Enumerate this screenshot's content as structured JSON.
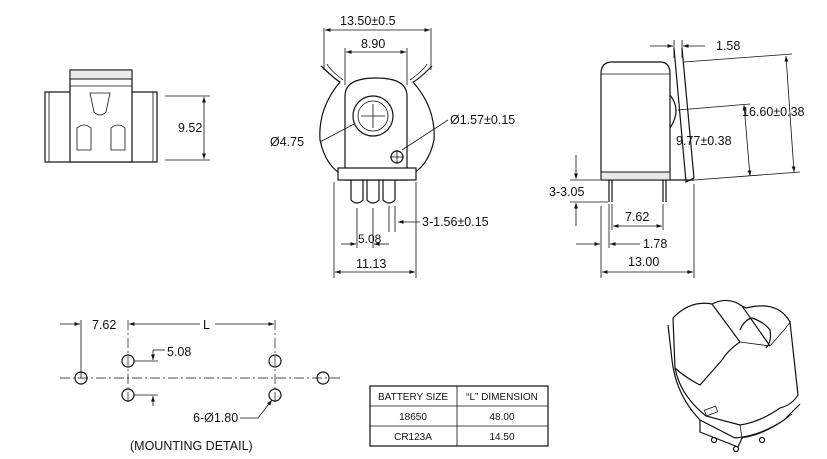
{
  "dimensions": {
    "overall_width": "13.50±0.5",
    "inner_width": "8.90",
    "hole_diameter": "Ø4.75",
    "pin_hole": "Ø1.57±0.15",
    "pin_pitch": "5.08",
    "base_width": "11.13",
    "pin_width": "3-1.56±0.15",
    "side_height": "9.52",
    "thickness": "1.58",
    "total_height": "16.60±0.38",
    "center_height": "9.77±0.38",
    "pin_length": "3-3.05",
    "pin_spacing": "7.62",
    "offset": "1.78",
    "depth": "13.00"
  },
  "mounting": {
    "offset": "7.62",
    "length": "L",
    "pitch": "5.08",
    "holes": "6-Ø1.80",
    "caption": "(MOUNTING DETAIL)"
  },
  "table": {
    "headers": [
      "BATTERY SIZE",
      "“L” DIMENSION"
    ],
    "rows": [
      [
        "18650",
        "48.00"
      ],
      [
        "CR123A",
        "14.50"
      ]
    ]
  }
}
